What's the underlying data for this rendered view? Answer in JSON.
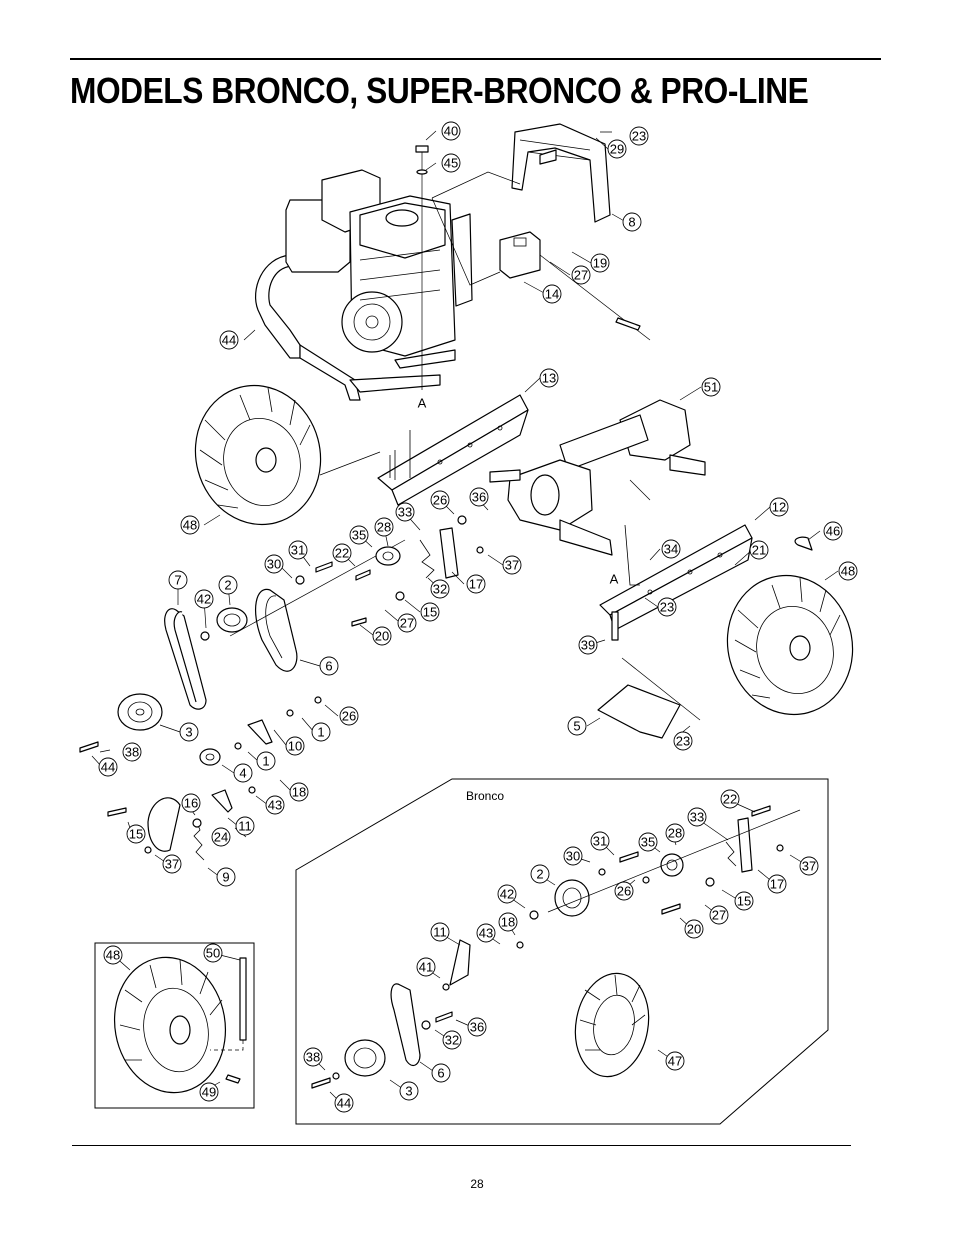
{
  "page": {
    "title": "MODELS BRONCO, SUPER-BRONCO & PRO-LINE",
    "page_number": "28"
  },
  "main_diagram": {
    "callouts": [
      "40",
      "45",
      "23",
      "29",
      "8",
      "19",
      "27",
      "14",
      "44",
      "A",
      "13",
      "51",
      "48",
      "26",
      "36",
      "12",
      "46",
      "33",
      "28",
      "35",
      "22",
      "31",
      "30",
      "21",
      "48",
      "34",
      "A",
      "37",
      "17",
      "32",
      "7",
      "42",
      "2",
      "15",
      "27",
      "20",
      "23",
      "39",
      "6",
      "5",
      "23",
      "26",
      "1",
      "10",
      "3",
      "38",
      "44",
      "1",
      "4",
      "18",
      "43",
      "16",
      "11",
      "15",
      "24",
      "37",
      "9"
    ]
  },
  "bronco_inset": {
    "label": "Bronco",
    "callouts": [
      "22",
      "33",
      "31",
      "35",
      "28",
      "30",
      "37",
      "2",
      "26",
      "17",
      "42",
      "15",
      "27",
      "18",
      "20",
      "11",
      "43",
      "41",
      "36",
      "32",
      "38",
      "6",
      "47",
      "3",
      "44"
    ]
  },
  "wheel_inset": {
    "callouts": [
      "48",
      "50",
      "49"
    ]
  }
}
